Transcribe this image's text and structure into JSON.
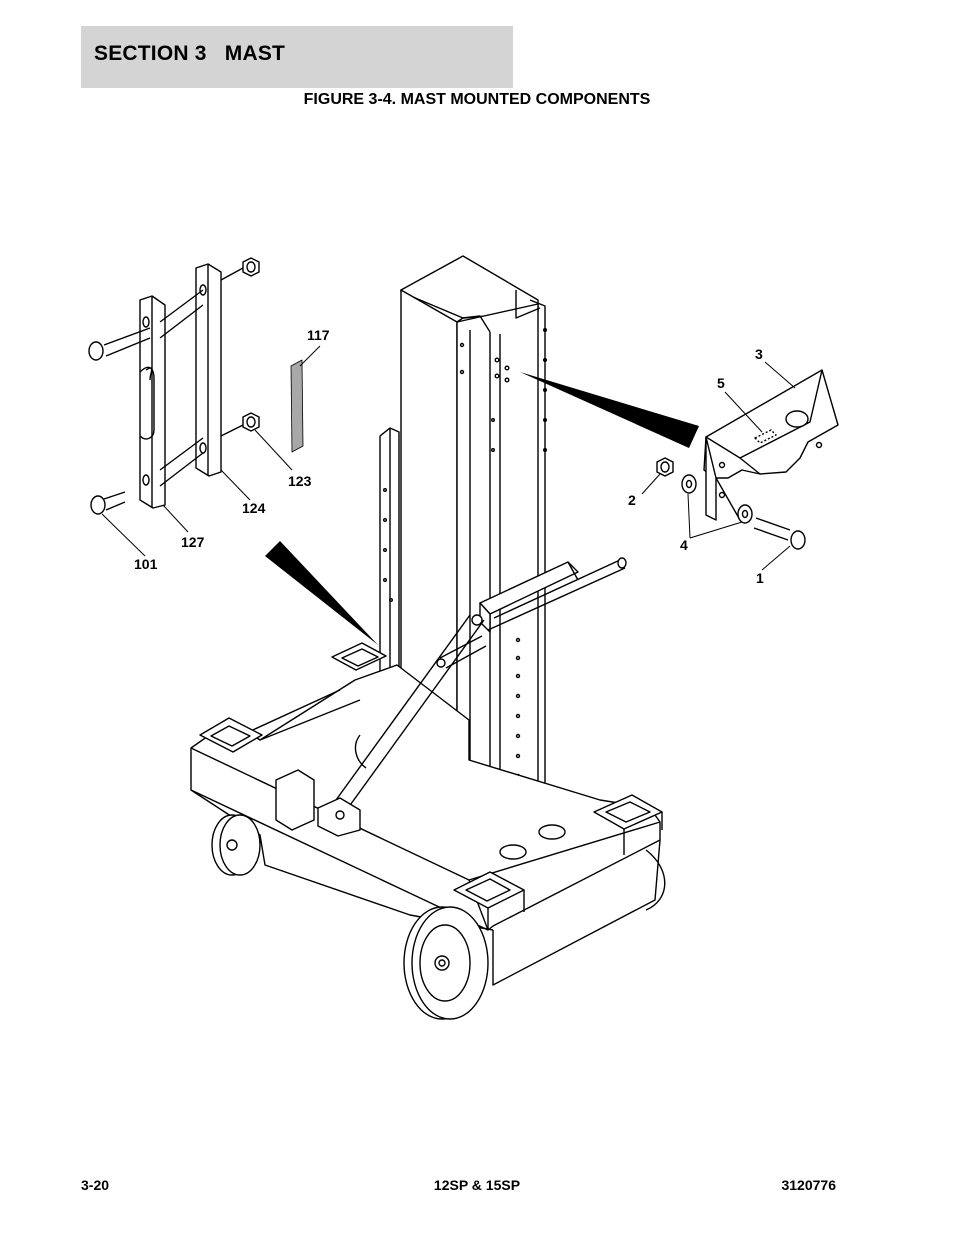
{
  "header": {
    "section_title": "SECTION 3   MAST",
    "figure_title": "FIGURE 3-4. MAST MOUNTED COMPONENTS"
  },
  "callouts": {
    "c1": "1",
    "c2": "2",
    "c3": "3",
    "c4": "4",
    "c5": "5",
    "c101": "101",
    "c117": "117",
    "c123": "123",
    "c124": "124",
    "c127": "127"
  },
  "footer": {
    "page_number": "3-20",
    "model": "12SP & 15SP",
    "doc_number": "3120776"
  },
  "colors": {
    "banner": "#d4d4d4",
    "line": "#000000",
    "decal": "#a8a8a8"
  }
}
